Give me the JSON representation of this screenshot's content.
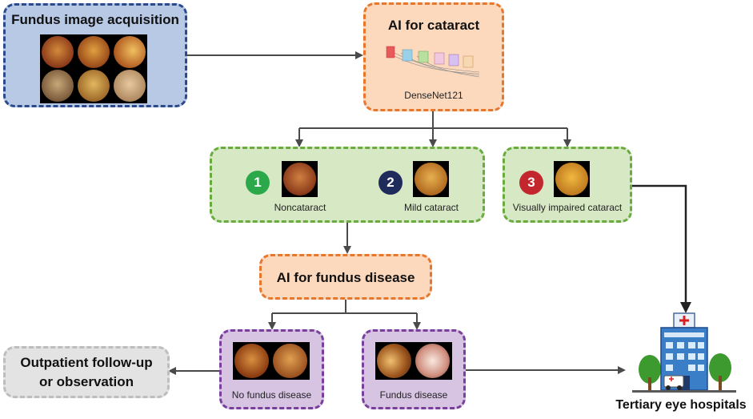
{
  "nodes": {
    "acquisition": {
      "label": "Fundus image acquisition"
    },
    "ai_cataract": {
      "label": "AI for cataract",
      "model": "DenseNet121"
    },
    "classes": {
      "noncataract": {
        "number": "1",
        "label": "Noncataract",
        "color": "#2aa84a"
      },
      "mild": {
        "number": "2",
        "label": "Mild cataract",
        "color": "#1f2b5a"
      },
      "impaired": {
        "number": "3",
        "label": "Visually impaired cataract",
        "color": "#c4262e"
      }
    },
    "ai_fundus": {
      "label": "AI for fundus disease"
    },
    "no_fundus": {
      "label": "No fundus disease"
    },
    "fundus": {
      "label": "Fundus disease"
    },
    "outpatient": {
      "line1": "Outpatient follow-up",
      "line2": "or observation"
    },
    "tertiary": {
      "label": "Tertiary eye hospitals"
    }
  },
  "colors": {
    "arrow": "#4a4a4a",
    "blue_fill": "#b8c9e6",
    "blue_border": "#2b4a8c",
    "orange_fill": "#fcd9bd",
    "orange_border": "#e8772e",
    "green_fill": "#d6e8c4",
    "green_border": "#6aab3f",
    "purple_fill": "#d6c4e2",
    "purple_border": "#7a3f9c",
    "gray_fill": "#e3e3e3",
    "gray_border": "#bdbdbd"
  }
}
